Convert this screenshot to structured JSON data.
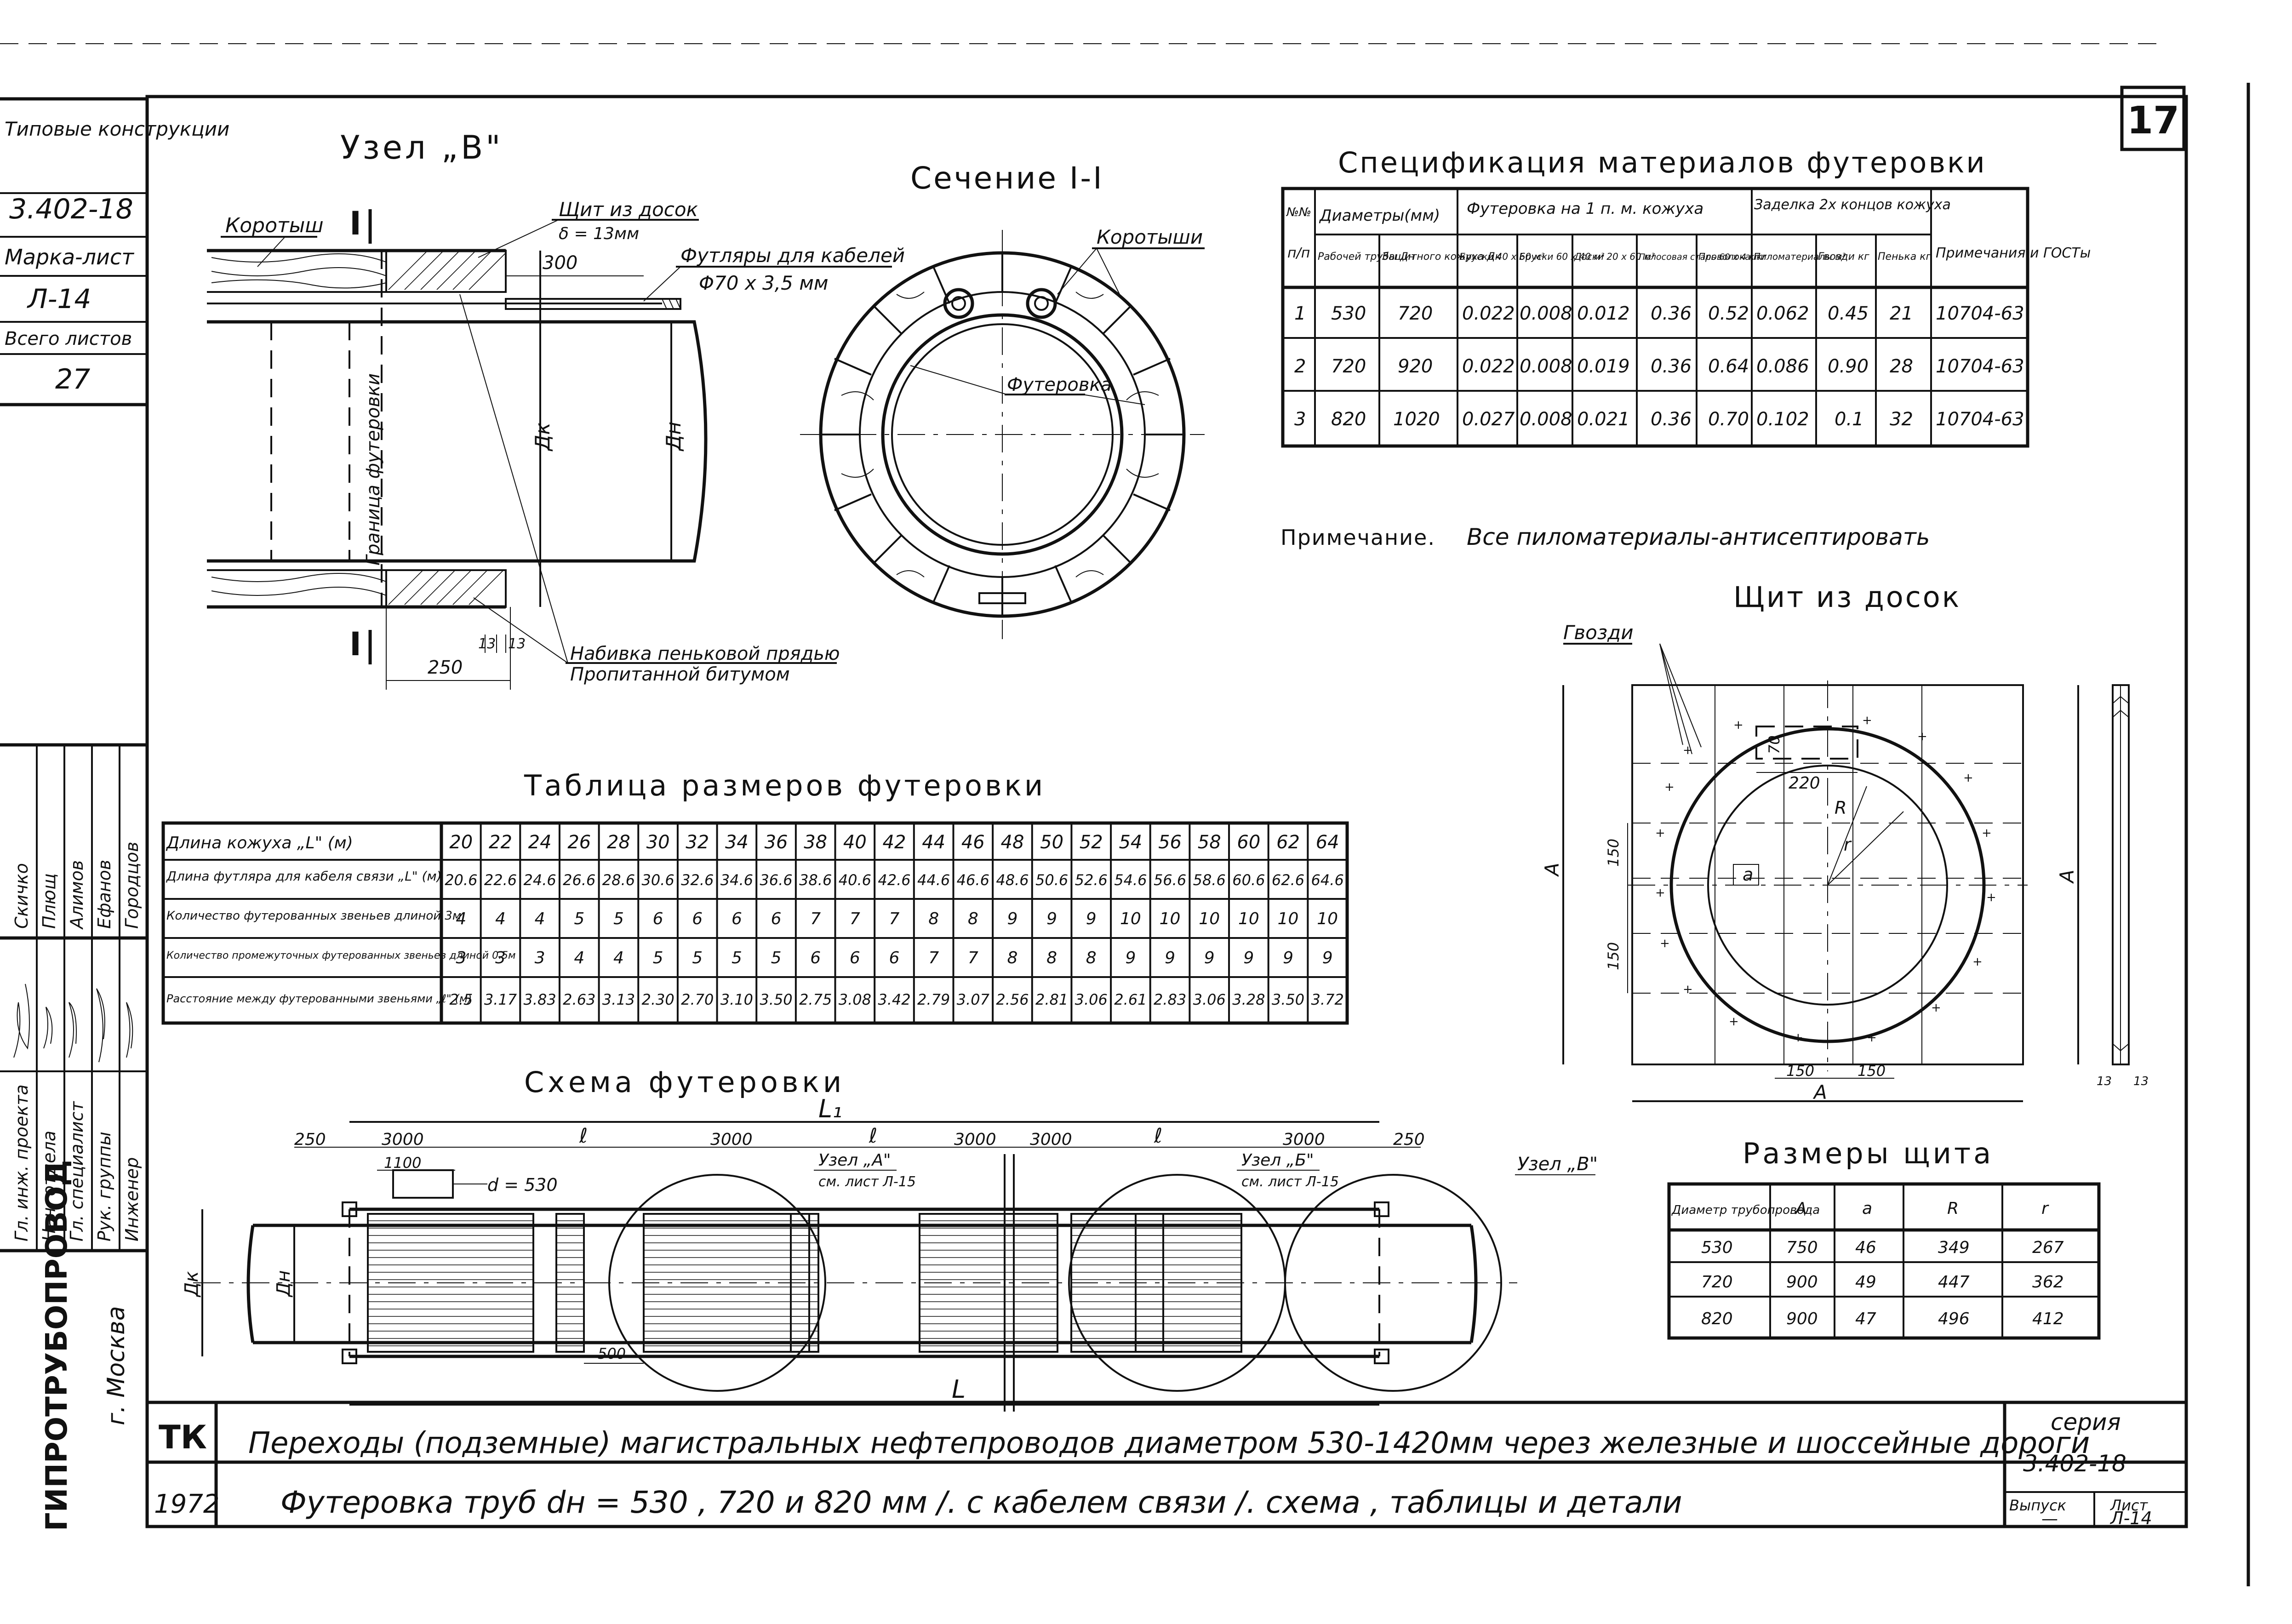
{
  "sheet_number": "17",
  "left_stamp": {
    "rows": [
      "Типовые конструкции",
      "3.402-18",
      "Марка-лист",
      "Л-14",
      "Всего листов",
      "27"
    ],
    "roles": [
      "Гл. инж. проекта",
      "Нач. отдела",
      "Гл. специалист",
      "Рук. группы",
      "Инженер"
    ],
    "names": [
      "Скичко",
      "Плющ",
      "Алимов",
      "Ефанов",
      "Городцов"
    ],
    "org": "ГИПРОТРУБОПРОВОД",
    "city": "г. Москва"
  },
  "node_b": {
    "title": "Узел „В\"",
    "section_mark": "I",
    "labels": {
      "korotysh": "Коротыш",
      "shield": "Щит из досок",
      "shield_thick": "δ = 13мм",
      "sleeve": "Футляры для кабелей",
      "sleeve_size": "Φ70 x 3,5 мм",
      "boundary": "Граница футеровки",
      "dk": "Дк",
      "dn": "Дн",
      "packing_1": "Набивка пеньковой прядью",
      "packing_2": "Пропитанной битумом"
    },
    "dims": {
      "d300": "300",
      "d250": "250",
      "d13": "13",
      "d13b": "13"
    }
  },
  "section": {
    "title": "Сечение I-I",
    "label_korotysh": "Коротыши",
    "label_lining": "Футеровка"
  },
  "spec": {
    "title": "Спецификация материалов футеровки",
    "head_top": {
      "num": "№№",
      "num2": "п/п",
      "diam": "Диаметры(мм)",
      "lining": "Футеровка на 1 п. м. кожуха",
      "ends": "Заделка 2х концов кожуха",
      "note": "Примечания и ГОСТы"
    },
    "head_sub": [
      "Рабочей трубы Дн",
      "Защитного кожуха Дк",
      "Бруски 40 x 60 м³",
      "Бруски 60 x 40 м³",
      "Доски 20 x 60 м³",
      "Полосовая сталь 60 x 4 кг",
      "Проволока, кг",
      "Пиломатериалы м³",
      "Гвозди кг",
      "Пенька кг"
    ],
    "rows": [
      [
        "1",
        "530",
        "720",
        "0.022",
        "0.008",
        "0.012",
        "0.36",
        "0.52",
        "0.062",
        "0.45",
        "21",
        "10704-63"
      ],
      [
        "2",
        "720",
        "920",
        "0.022",
        "0.008",
        "0.019",
        "0.36",
        "0.64",
        "0.086",
        "0.90",
        "28",
        "10704-63"
      ],
      [
        "3",
        "820",
        "1020",
        "0.027",
        "0.008",
        "0.021",
        "0.36",
        "0.70",
        "0.102",
        "0.1",
        "32",
        "10704-63"
      ]
    ]
  },
  "note": {
    "label": "Примечание.",
    "text": "Все пиломатериалы-антисептировать"
  },
  "shield_view": {
    "title": "Щит из досок",
    "nails": "Гвозди",
    "dims": {
      "d220": "220",
      "d70": "70",
      "R": "R",
      "r": "r",
      "a": "a",
      "A": "A",
      "d150a": "150",
      "d150b": "150",
      "d150c": "150",
      "d150d": "150",
      "d13a": "13",
      "d13b": "13"
    }
  },
  "sizes_table": {
    "title": "Размеры щита",
    "headers": [
      "Диаметр трубопровода",
      "A",
      "a",
      "R",
      "r"
    ],
    "rows": [
      [
        "530",
        "750",
        "46",
        "349",
        "267"
      ],
      [
        "720",
        "900",
        "49",
        "447",
        "362"
      ],
      [
        "820",
        "900",
        "47",
        "496",
        "412"
      ]
    ]
  },
  "lining_table": {
    "title": "Таблица размеров футеровки",
    "rows": [
      {
        "label": "Длина кожуха „L\" (м)",
        "values": [
          "20",
          "22",
          "24",
          "26",
          "28",
          "30",
          "32",
          "34",
          "36",
          "38",
          "40",
          "42",
          "44",
          "46",
          "48",
          "50",
          "52",
          "54",
          "56",
          "58",
          "60",
          "62",
          "64"
        ]
      },
      {
        "label": "Длина футляра для кабеля связи „L\" (м)",
        "values": [
          "20.6",
          "22.6",
          "24.6",
          "26.6",
          "28.6",
          "30.6",
          "32.6",
          "34.6",
          "36.6",
          "38.6",
          "40.6",
          "42.6",
          "44.6",
          "46.6",
          "48.6",
          "50.6",
          "52.6",
          "54.6",
          "56.6",
          "58.6",
          "60.6",
          "62.6",
          "64.6"
        ]
      },
      {
        "label": "Количество футерованных звеньев длиной 3м",
        "values": [
          "4",
          "4",
          "4",
          "5",
          "5",
          "6",
          "6",
          "6",
          "6",
          "7",
          "7",
          "7",
          "8",
          "8",
          "9",
          "9",
          "9",
          "10",
          "10",
          "10",
          "10",
          "10",
          "10"
        ]
      },
      {
        "label": "Количество промежуточных футерованных звеньев длиной 0.5м",
        "values": [
          "3",
          "3",
          "3",
          "4",
          "4",
          "5",
          "5",
          "5",
          "5",
          "6",
          "6",
          "6",
          "7",
          "7",
          "8",
          "8",
          "8",
          "9",
          "9",
          "9",
          "9",
          "9",
          "9"
        ]
      },
      {
        "label": "Расстояние между футерованными звеньями „ℓ\" (м)",
        "values": [
          "2.5",
          "3.17",
          "3.83",
          "2.63",
          "3.13",
          "2.30",
          "2.70",
          "3.10",
          "3.50",
          "2.75",
          "3.08",
          "3.42",
          "2.79",
          "3.07",
          "2.56",
          "2.81",
          "3.06",
          "2.61",
          "2.83",
          "3.06",
          "3.28",
          "3.50",
          "3.72"
        ]
      }
    ]
  },
  "scheme": {
    "title": "Схема футеровки",
    "L1": "L₁",
    "L": "L",
    "ell": "ℓ",
    "d250a": "250",
    "d250b": "250",
    "d3000": "3000",
    "d1100": "1100",
    "d530": "d = 530",
    "d500": "500",
    "dk": "Дк",
    "dn": "Дн",
    "node_a": "Узел „А\"",
    "node_a_ref": "см. лист Л-15",
    "node_b6": "Узел „Б\"",
    "node_b6_ref": "см. лист Л-15",
    "node_v": "Узел „В\""
  },
  "title_block": {
    "tk": "ТК",
    "year": "1972",
    "title1": "Переходы (подземные) магистральных нефтепроводов диаметром 530-1420мм через железные и шоссейные дороги",
    "title2": "Футеровка труб dн = 530 , 720 и 820 мм   /. с кабелем связи /.  схема , таблицы и детали",
    "series_label": "серия",
    "series": "3.402-18",
    "issue_label": "Выпуск",
    "issue": "—",
    "sheet_label": "Лист",
    "sheet": "Л-14"
  }
}
